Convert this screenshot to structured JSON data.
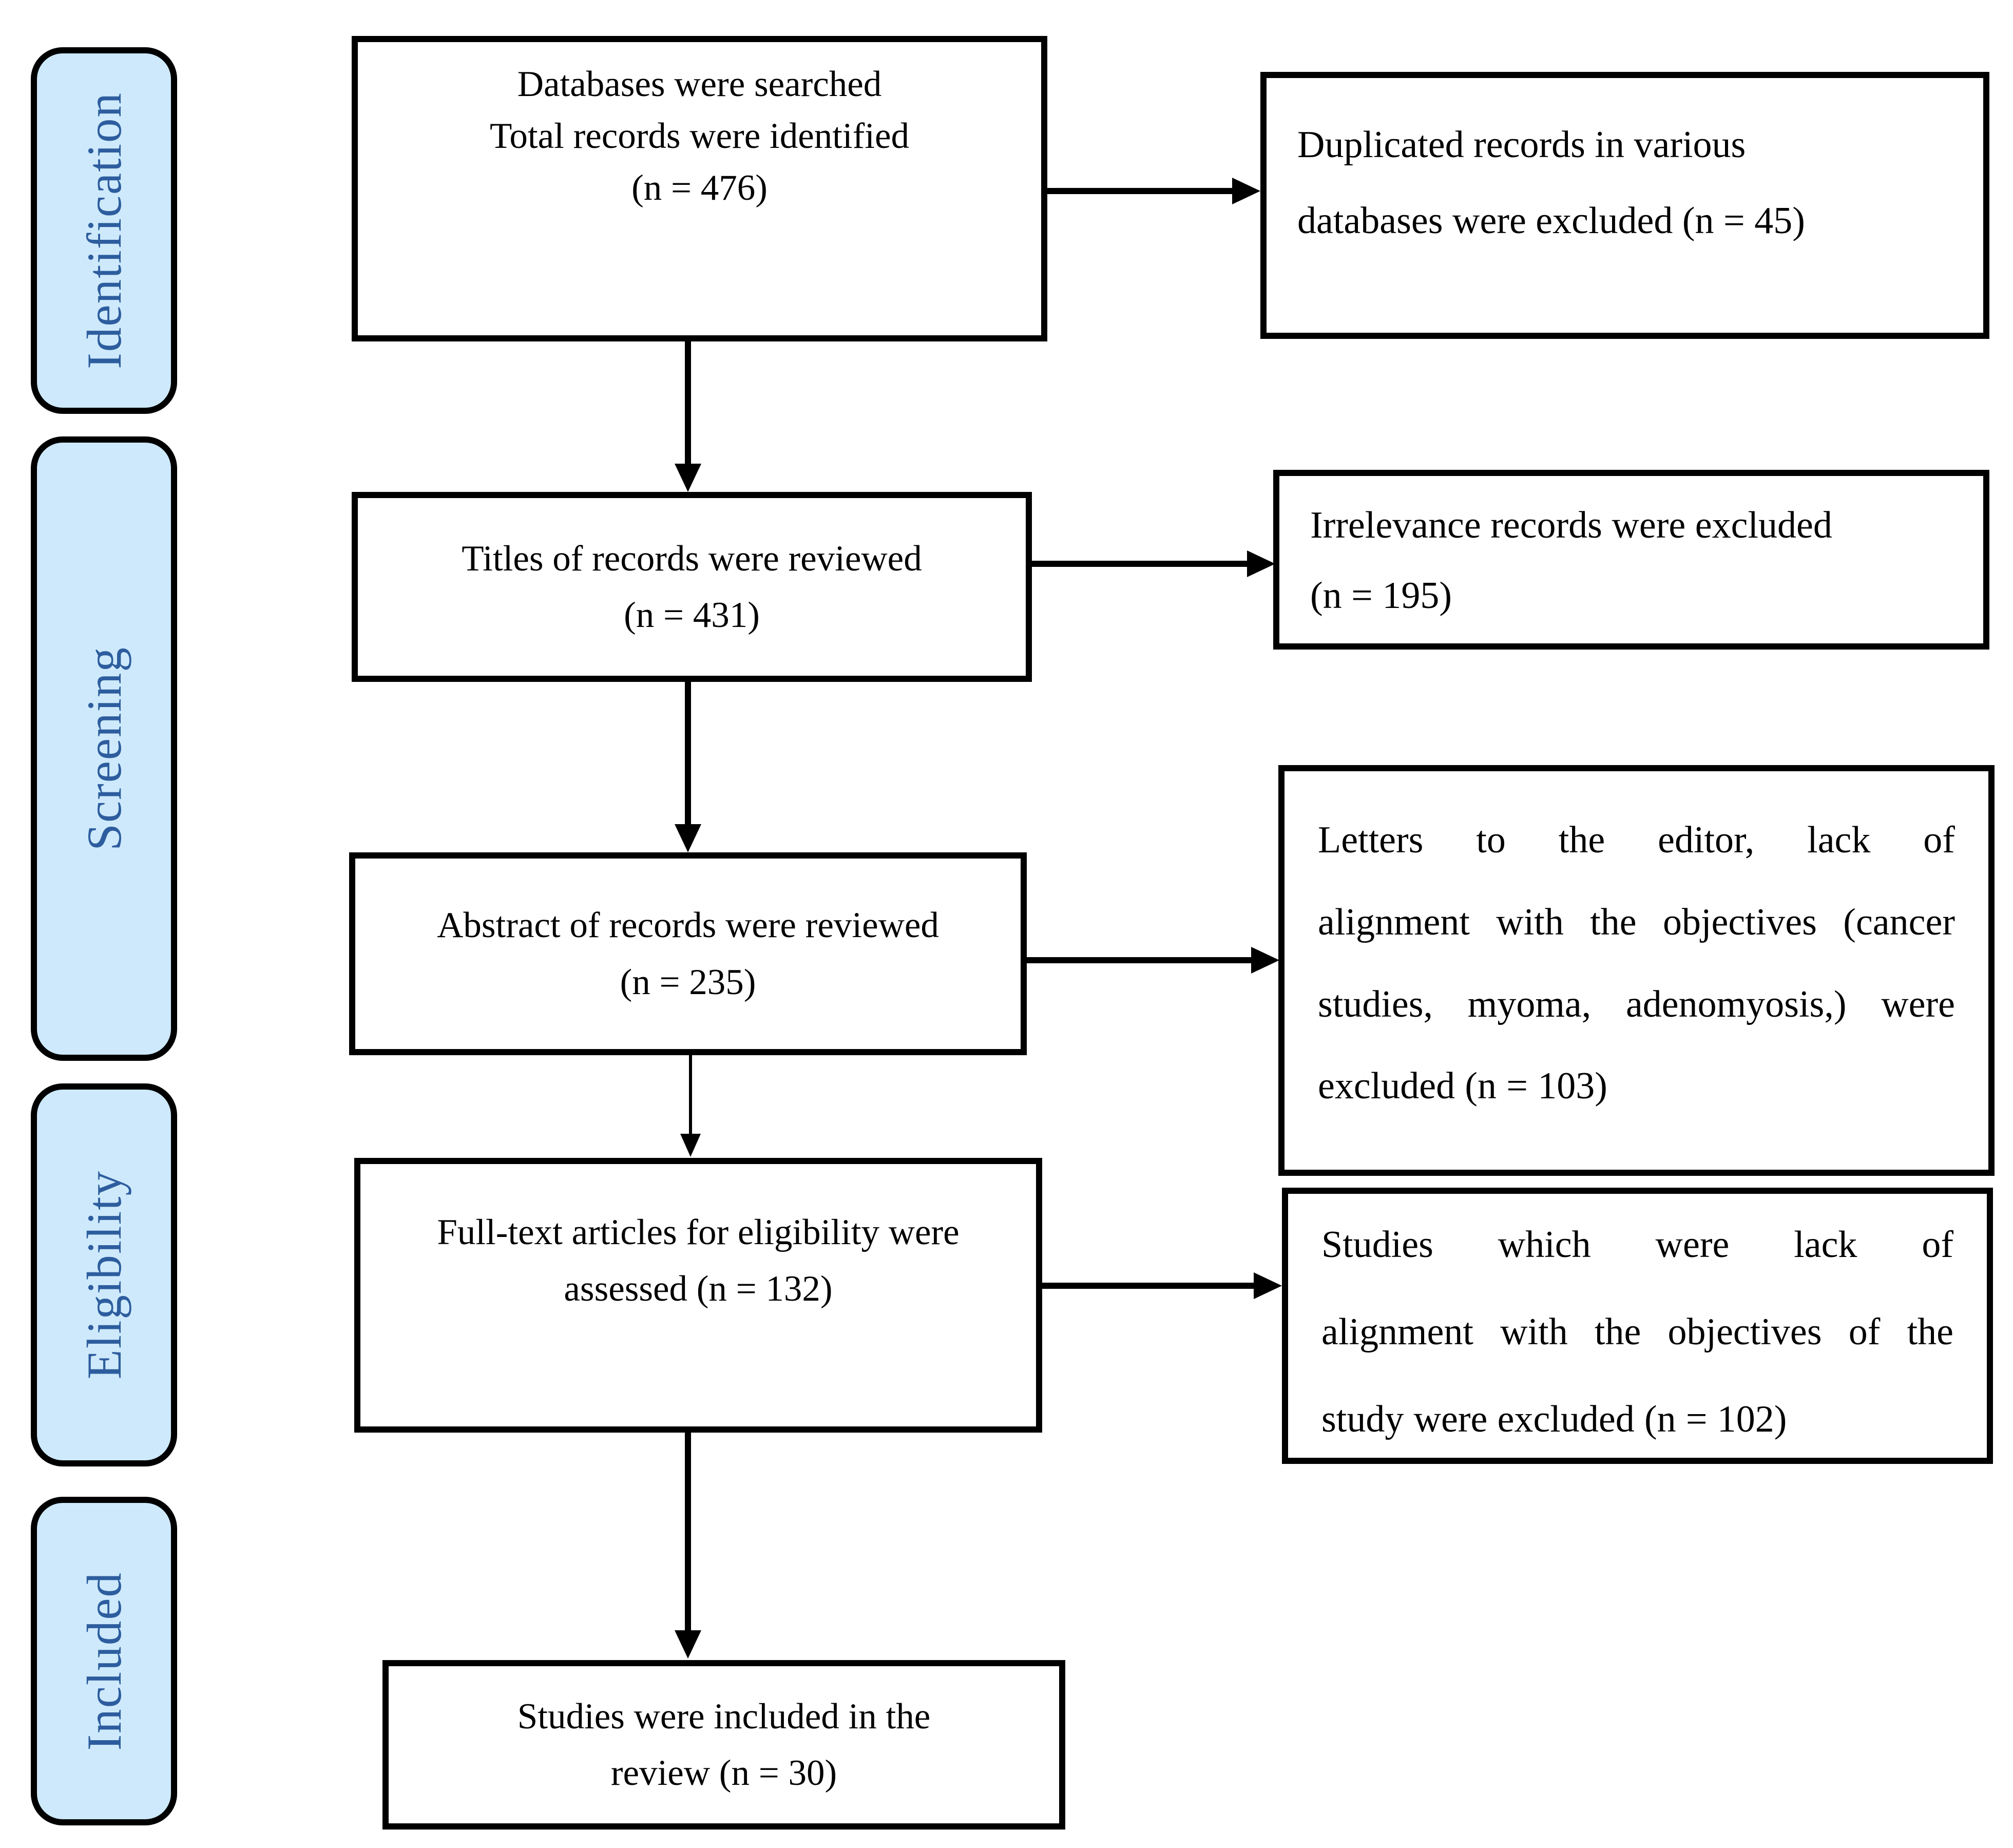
{
  "stages": [
    {
      "label": "Identification"
    },
    {
      "label": "Screening"
    },
    {
      "label": "Eligibility"
    },
    {
      "label": "Included"
    }
  ],
  "flow_boxes": [
    {
      "name": "records-identified",
      "lines": [
        "Databases were searched",
        "Total records were identified",
        "(n = 476)"
      ]
    },
    {
      "name": "titles-reviewed",
      "lines": [
        "Titles of records were reviewed",
        "(n = 431)"
      ]
    },
    {
      "name": "abstracts-reviewed",
      "lines": [
        "Abstract of records were reviewed",
        "(n = 235)"
      ]
    },
    {
      "name": "fulltext-assessed",
      "lines": [
        "Full-text articles for eligibility were",
        "assessed (n = 132)"
      ]
    },
    {
      "name": "studies-included",
      "lines": [
        "Studies were included in the",
        "review (n = 30)"
      ]
    }
  ],
  "exclusion_boxes": [
    {
      "name": "duplicates-excluded",
      "lines": [
        "Duplicated records in various",
        "databases were excluded (n = 45)"
      ]
    },
    {
      "name": "irrelevance-excluded",
      "lines": [
        "Irrelevance records were excluded",
        "(n = 195)"
      ]
    },
    {
      "name": "editor-letters-excluded",
      "lines": [
        "Letters to the editor, lack of",
        "alignment with the objectives (cancer",
        "studies, myoma, adenomyosis,) were",
        "excluded (n = 103)"
      ]
    },
    {
      "name": "misaligned-studies-excluded",
      "lines": [
        "Studies which were lack of",
        "alignment with the objectives of the",
        "study were excluded (n = 102)"
      ]
    }
  ],
  "colors": {
    "stage_fill": "#cde9fb",
    "stage_text": "#2d5d9e",
    "box_border": "#000000",
    "box_background": "#ffffff",
    "connector": "#000000"
  }
}
